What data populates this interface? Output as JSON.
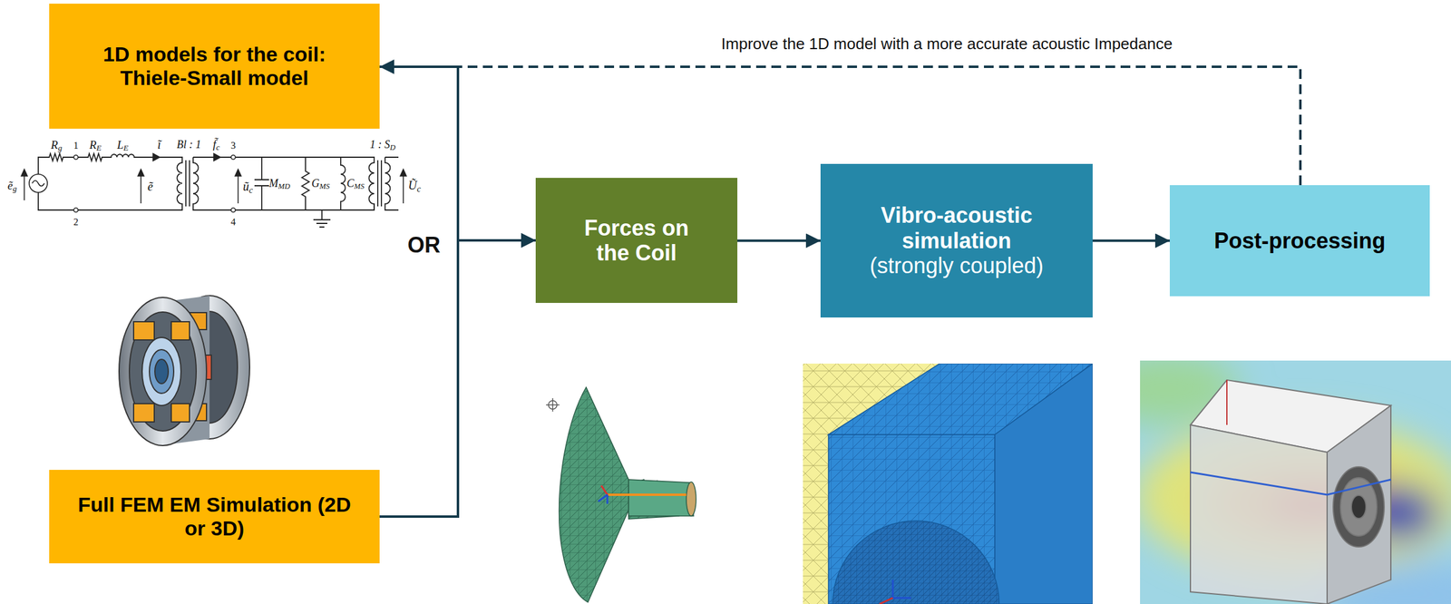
{
  "diagram": {
    "nodes": [
      {
        "text": [
          "1D models for the coil: Thiele-Small model"
        ]
      },
      {
        "text": [
          "Full FEM EM Simulation (2D or 3D)"
        ]
      },
      {
        "text": [
          "Forces on the Coil"
        ]
      },
      {
        "text": [
          "Vibro-acoustic simulation",
          "(strongly coupled)"
        ]
      },
      {
        "text": [
          "Post-processing"
        ]
      }
    ],
    "edges": [
      {
        "from": 0,
        "to": 2,
        "arrow": "to"
      },
      {
        "from": 1,
        "to": 2,
        "arrow": "to"
      },
      {
        "from": 2,
        "to": 3,
        "arrow": "to"
      },
      {
        "from": 3,
        "to": 4,
        "arrow": "to"
      },
      {
        "from": 4,
        "to": 0,
        "arrow": "to",
        "label": "Improve the 1D model with a more accurate acoustic Impedance"
      }
    ],
    "labels": [
      "OR",
      "ẽg",
      "Rg",
      "1",
      "RE",
      "LE",
      "ĩ",
      "ẽ",
      "Bl : 1",
      "f̃c",
      "3",
      "ũc",
      "2",
      "4",
      "MMD",
      "GMS",
      "CMS",
      "1 : SD",
      "Ũc"
    ]
  }
}
